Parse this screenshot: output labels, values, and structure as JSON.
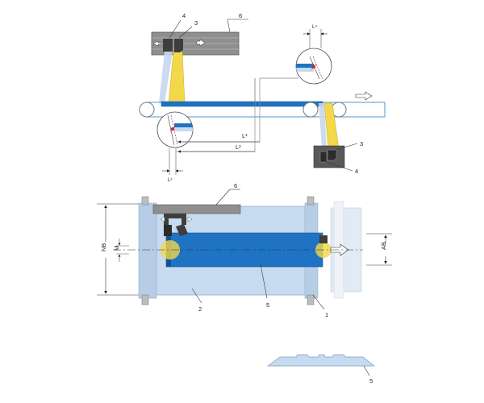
{
  "labels": {
    "n6": "6",
    "n4": "4",
    "n3": "3",
    "n5": "5",
    "n2": "2",
    "n1": "1",
    "L1": "L¹",
    "L2": "L²",
    "L3": "L³",
    "L4": "L⁴",
    "NB": "NB",
    "M": "M",
    "AB": "AB"
  },
  "colors": {
    "belt_blue": "#1f73c3",
    "light_blue": "#c6dbef",
    "beam_yellow": "#f3d84a",
    "sensor_dark": "#3e3e3e",
    "marker_red": "#d81f26"
  },
  "icons": {
    "arrow": "hollow-right-arrow-icon",
    "roller": "roller-circle-icon",
    "sensor": "sensor-head-icon",
    "detail": "magnifier-circle-icon"
  }
}
